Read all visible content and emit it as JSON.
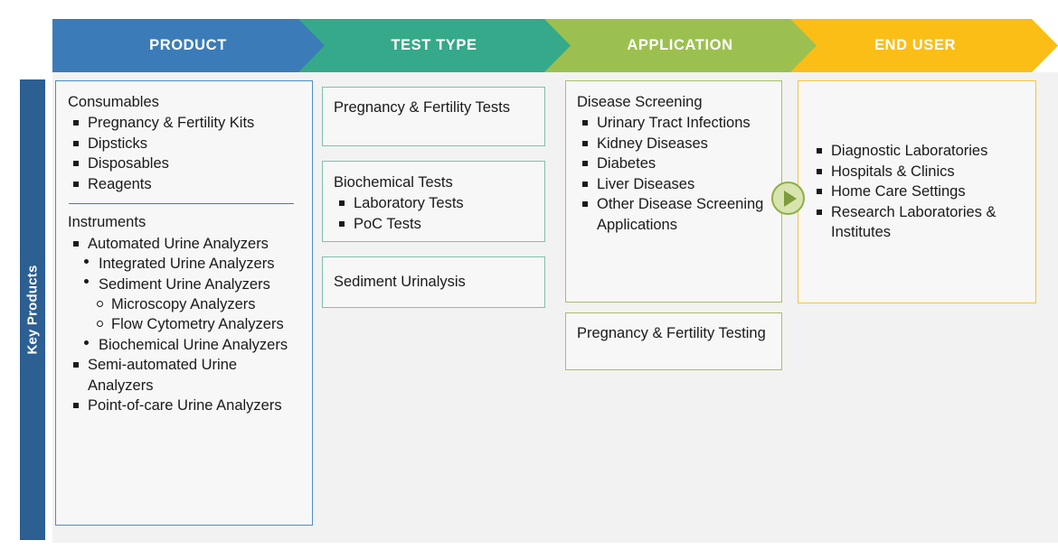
{
  "colors": {
    "product": "#3b7cb8",
    "test_type": "#35a98a",
    "application": "#9cc04f",
    "end_user": "#fabe17",
    "sidebar": "#2c5f92",
    "panel_bg": "#f2f2f2",
    "card_bg": "#f7f7f7"
  },
  "sidebar": {
    "label": "Key Products"
  },
  "header": {
    "stages": [
      {
        "label": "PRODUCT"
      },
      {
        "label": "TEST TYPE"
      },
      {
        "label": "APPLICATION"
      },
      {
        "label": "END USER"
      }
    ]
  },
  "columns": {
    "product": {
      "groups": [
        {
          "heading": "Consumables",
          "items": [
            {
              "level": 1,
              "text": "Pregnancy & Fertility Kits"
            },
            {
              "level": 1,
              "text": "Dipsticks"
            },
            {
              "level": 1,
              "text": "Disposables"
            },
            {
              "level": 1,
              "text": "Reagents"
            }
          ]
        },
        {
          "heading": "Instruments",
          "items": [
            {
              "level": 1,
              "text": "Automated Urine Analyzers"
            },
            {
              "level": 2,
              "text": "Integrated Urine Analyzers"
            },
            {
              "level": 2,
              "text": "Sediment Urine Analyzers"
            },
            {
              "level": 3,
              "text": "Microscopy Analyzers"
            },
            {
              "level": 3,
              "text": "Flow Cytometry Analyzers"
            },
            {
              "level": 2,
              "text": "Biochemical Urine Analyzers"
            },
            {
              "level": 1,
              "text": "Semi-automated Urine Analyzers"
            },
            {
              "level": 1,
              "text": "Point-of-care Urine Analyzers"
            }
          ]
        }
      ]
    },
    "test_type": {
      "cards": [
        {
          "heading": "Pregnancy & Fertility Tests",
          "items": []
        },
        {
          "heading": "Biochemical Tests",
          "items": [
            {
              "level": 1,
              "text": "Laboratory Tests"
            },
            {
              "level": 1,
              "text": "PoC Tests"
            }
          ]
        },
        {
          "heading": "Sediment Urinalysis",
          "items": []
        }
      ]
    },
    "application": {
      "cards": [
        {
          "heading": "Disease Screening",
          "items": [
            {
              "level": 1,
              "text": "Urinary Tract Infections"
            },
            {
              "level": 1,
              "text": "Kidney Diseases"
            },
            {
              "level": 1,
              "text": "Diabetes"
            },
            {
              "level": 1,
              "text": "Liver Diseases"
            },
            {
              "level": 1,
              "text": "Other Disease Screening Applications"
            }
          ]
        },
        {
          "heading": "Pregnancy & Fertility Testing",
          "items": []
        }
      ]
    },
    "end_user": {
      "cards": [
        {
          "heading": "",
          "items": [
            {
              "level": 1,
              "text": "Diagnostic Laboratories"
            },
            {
              "level": 1,
              "text": "Hospitals & Clinics"
            },
            {
              "level": 1,
              "text": "Home Care Settings"
            },
            {
              "level": 1,
              "text": "Research Laboratories & Institutes"
            }
          ]
        }
      ]
    }
  },
  "icons": {
    "flow_connector": "play-icon"
  }
}
